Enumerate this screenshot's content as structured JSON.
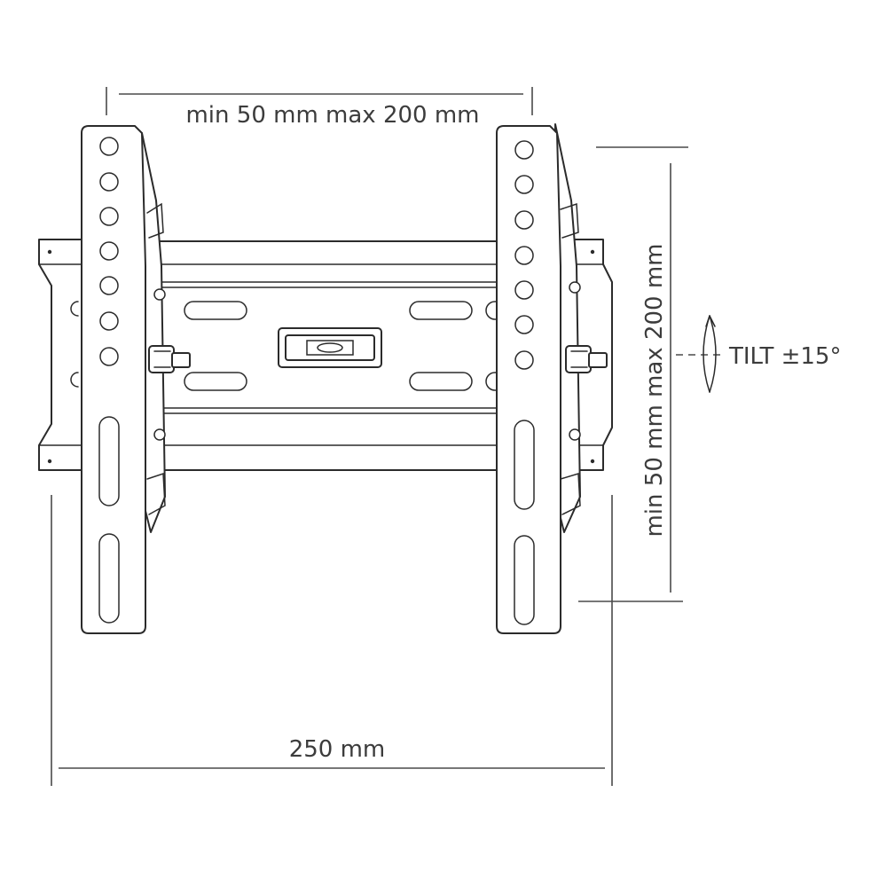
{
  "diagram": {
    "labels": {
      "hole_spacing_horizontal": "min 50 mm max 200 mm",
      "hole_spacing_vertical": "min 50 mm max 200 mm",
      "tilt": "TILT ±15°",
      "overall_width": "250 mm"
    },
    "colors": {
      "line": "#2b2b2b",
      "text": "#3c3c3c",
      "background": "#ffffff"
    }
  }
}
